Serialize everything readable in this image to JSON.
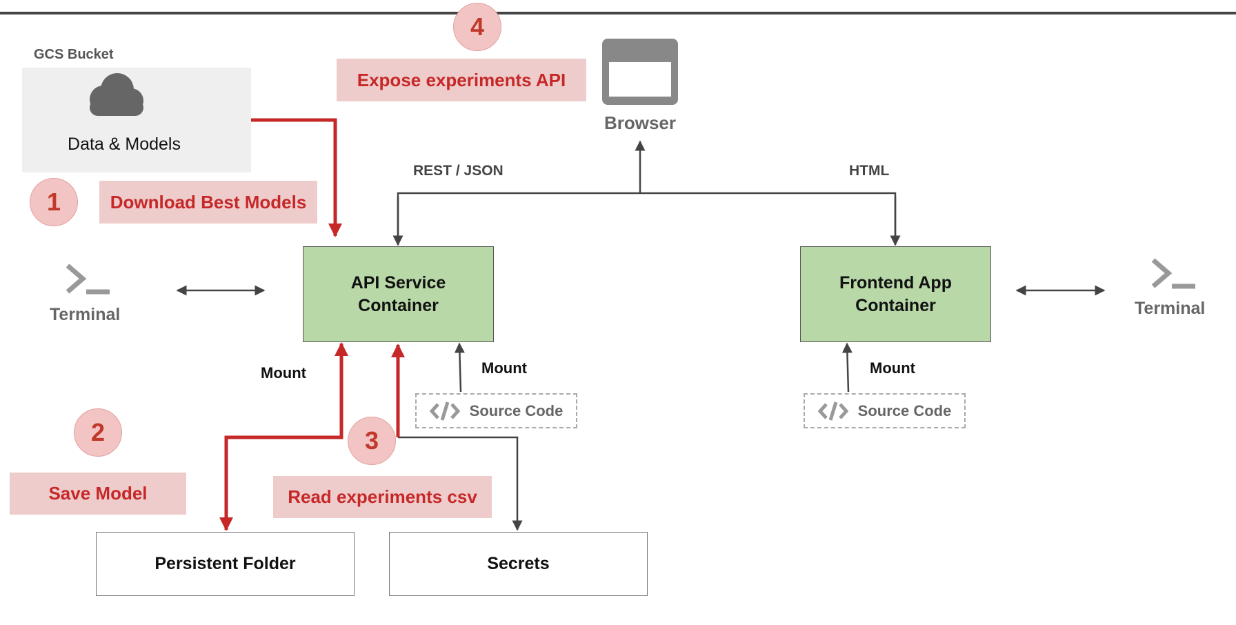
{
  "gcs": {
    "title": "GCS Bucket",
    "caption": "Data & Models"
  },
  "browser": {
    "label": "Browser"
  },
  "containers": {
    "api": "API Service Container",
    "frontend": "Frontend App Container"
  },
  "storage": {
    "persistent": "Persistent Folder",
    "secrets": "Secrets"
  },
  "source_code": {
    "api": "Source Code",
    "frontend": "Source Code"
  },
  "terminals": {
    "left": "Terminal",
    "right": "Terminal"
  },
  "edges": {
    "rest_json": "REST / JSON",
    "html": "HTML"
  },
  "mounts": {
    "persistent": "Mount",
    "api_source": "Mount",
    "frontend_source": "Mount"
  },
  "steps": [
    {
      "number": "1",
      "label": "Download Best Models"
    },
    {
      "number": "2",
      "label": "Save Model"
    },
    {
      "number": "3",
      "label": "Read experiments csv"
    },
    {
      "number": "4",
      "label": "Expose experiments API"
    }
  ],
  "colors": {
    "accent_red": "#c62828",
    "step_fill": "#efcccc",
    "container_green": "#b8d8a8",
    "gcs_gray": "#efefef",
    "connector_gray": "#444444"
  },
  "icons": {
    "cloud": "cloud-icon",
    "browser": "browser-window-icon",
    "terminal": "terminal-prompt-icon",
    "code": "code-brackets-icon"
  }
}
